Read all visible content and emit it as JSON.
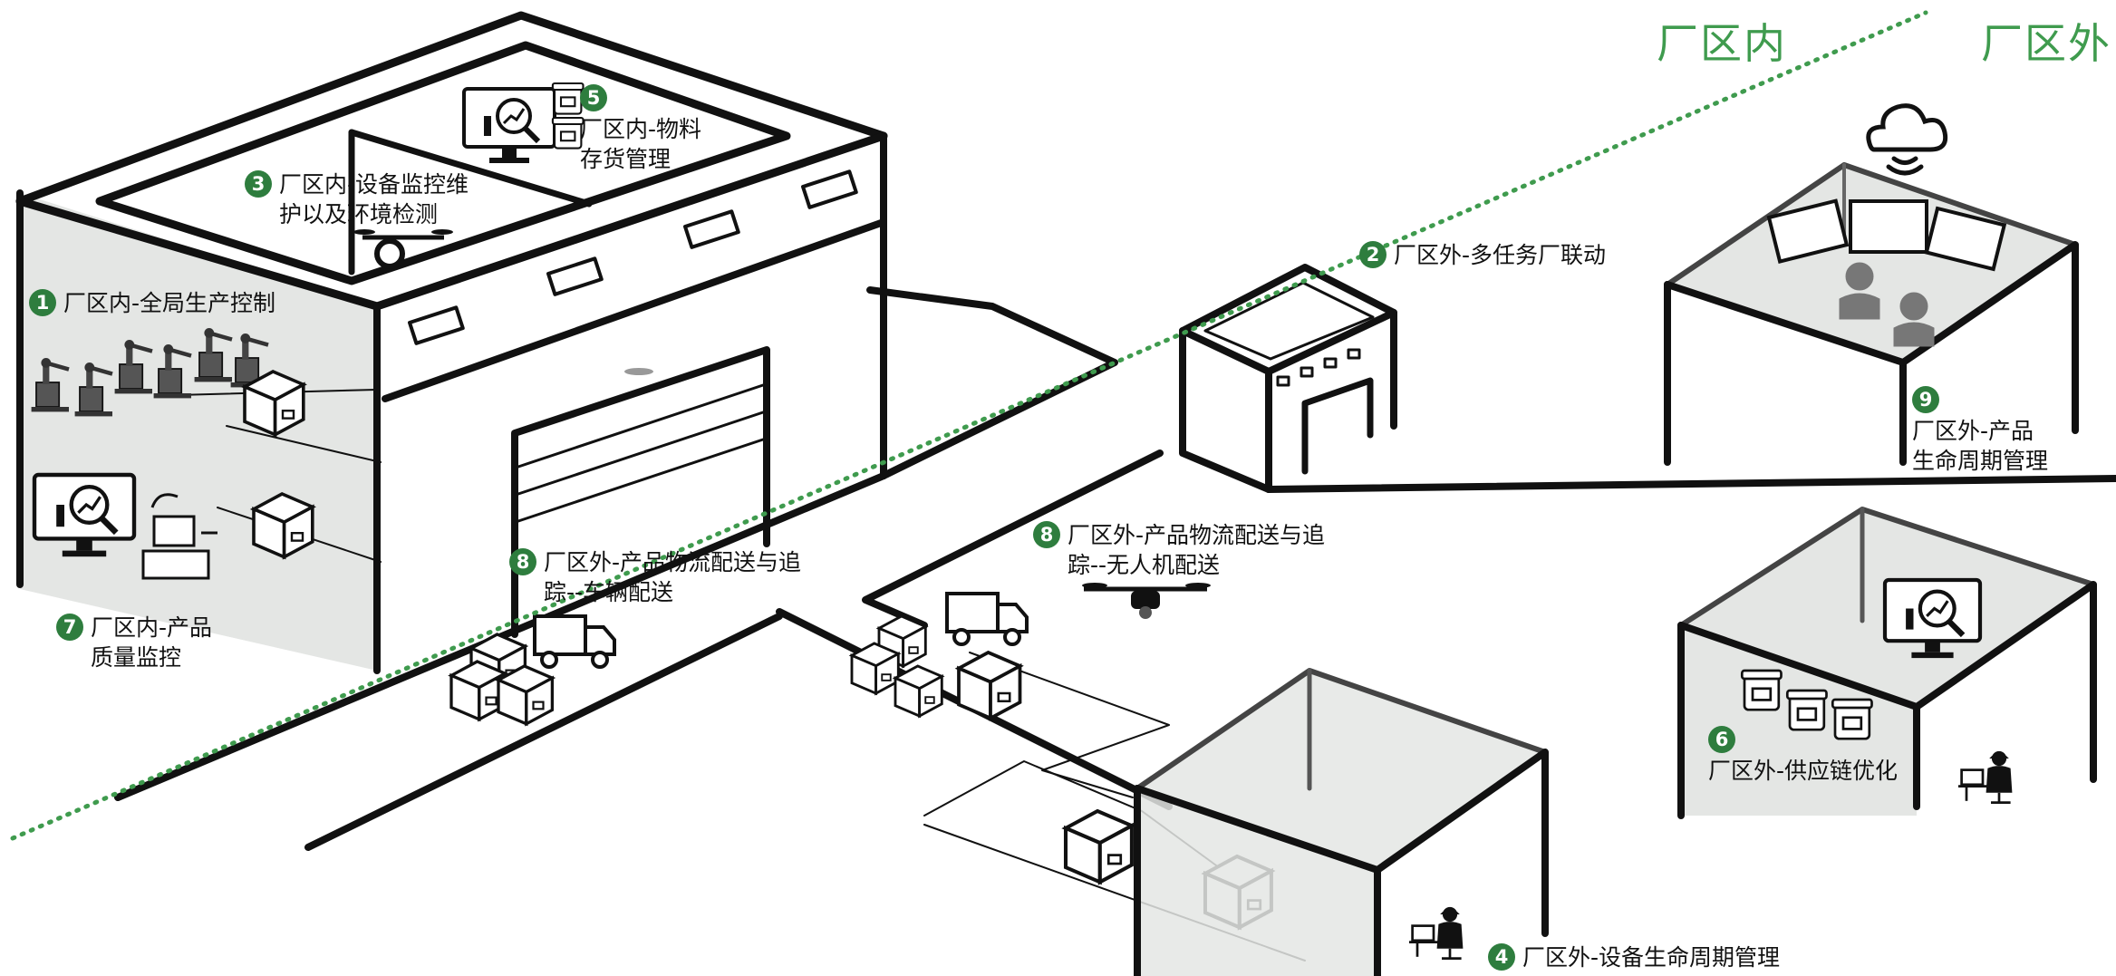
{
  "zones": {
    "inside": "厂区内",
    "outside": "厂区外"
  },
  "colors": {
    "accent": "#2e7d3e",
    "line": "#111111",
    "room_fill": "#e4e6e4",
    "divider": "#3f9b4e"
  },
  "callouts": [
    {
      "id": "c1",
      "number": "1",
      "lines": [
        "厂区内-全局生产控制"
      ]
    },
    {
      "id": "c2",
      "number": "2",
      "lines": [
        "厂区外-多任务厂联动"
      ]
    },
    {
      "id": "c3",
      "number": "3",
      "lines": [
        "厂区内-设备监控维",
        "护以及环境检测"
      ]
    },
    {
      "id": "c4",
      "number": "4",
      "lines": [
        "厂区外-设备生命周期管理"
      ]
    },
    {
      "id": "c5",
      "number": "5",
      "lines": [
        "厂区内-物料",
        "存货管理"
      ]
    },
    {
      "id": "c6",
      "number": "6",
      "lines": [
        "厂区外-供应链优化"
      ]
    },
    {
      "id": "c7",
      "number": "7",
      "lines": [
        "厂区内-产品",
        "质量监控"
      ]
    },
    {
      "id": "c8a",
      "number": "8",
      "lines": [
        "厂区外-产品物流配送与追",
        "踪--车辆配送"
      ]
    },
    {
      "id": "c8b",
      "number": "8",
      "lines": [
        "厂区外-产品物流配送与追",
        "踪--无人机配送"
      ]
    },
    {
      "id": "c9",
      "number": "9",
      "lines": [
        "厂区外-产品",
        "生命周期管理"
      ]
    }
  ],
  "icons": [
    "factory-building-icon",
    "warehouse-icon",
    "truck-icon",
    "drone-icon",
    "package-icon",
    "cloud-icon",
    "monitor-analytics-icon",
    "worker-icon",
    "robot-arm-icon",
    "inventory-bin-icon",
    "operator-desk-icon",
    "security-camera-drone-icon"
  ]
}
